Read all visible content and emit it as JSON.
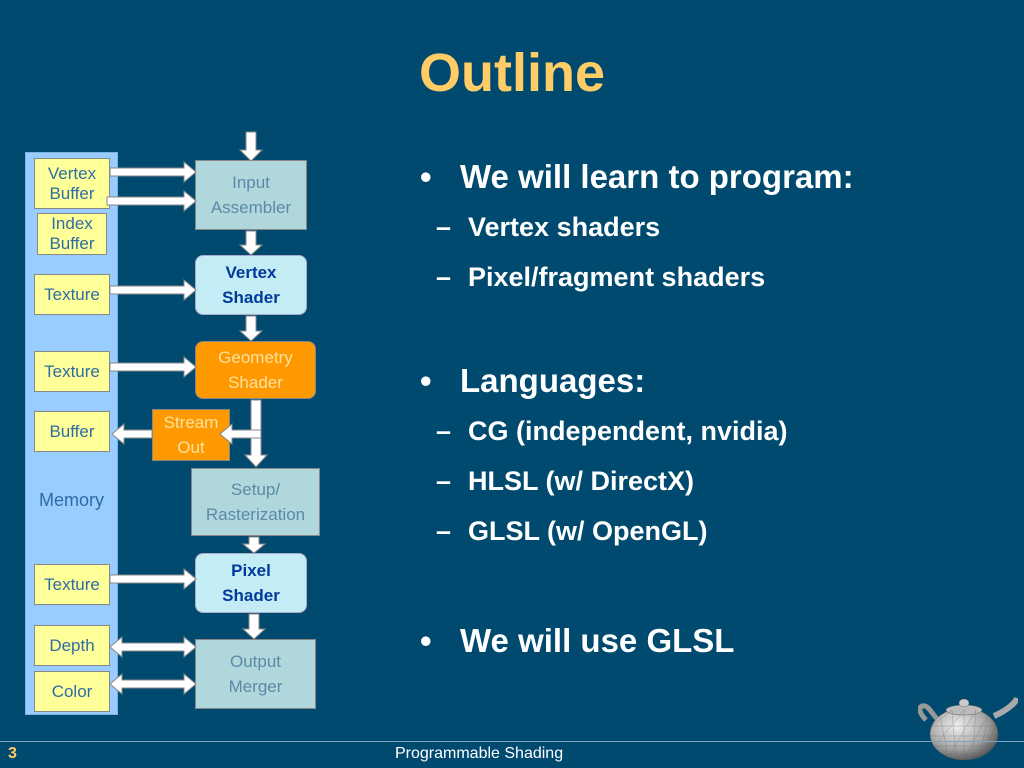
{
  "slide": {
    "title": "Outline",
    "page_number": "3",
    "footer": "Programmable Shading"
  },
  "diagram": {
    "memory_label": "Memory",
    "memory_items": {
      "vertex_buffer": "Vertex\nBuffer",
      "index_buffer": "Index\nBuffer",
      "texture1": "Texture",
      "texture2": "Texture",
      "buffer": "Buffer",
      "texture3": "Texture",
      "depth": "Depth",
      "color": "Color"
    },
    "stages": {
      "input_assembler": "Input\nAssembler",
      "vertex_shader": "Vertex\nShader",
      "geometry_shader": "Geometry\nShader",
      "stream_out": "Stream\nOut",
      "setup_rasterization": "Setup/\nRasterization",
      "pixel_shader": "Pixel\nShader",
      "output_merger": "Output\nMerger"
    },
    "colors": {
      "programmable_stage": "#c4ecf4",
      "fixed_stage": "#b0d8dc",
      "geometry_stage": "#ff9900",
      "memory_panel": "#99ccff",
      "memory_item": "#ffff99"
    }
  },
  "bullets": {
    "b1": "We will learn to program:",
    "b1_sub1": "Vertex shaders",
    "b1_sub2": "Pixel/fragment shaders",
    "b2": "Languages:",
    "b2_sub1": "CG (independent, nvidia)",
    "b2_sub2": "HLSL (w/ DirectX)",
    "b2_sub3": "GLSL (w/ OpenGL)",
    "b3": "We will use GLSL",
    "bullet_glyph": "•",
    "dash_glyph": "–"
  },
  "icons": {
    "teapot": "teapot-icon"
  }
}
